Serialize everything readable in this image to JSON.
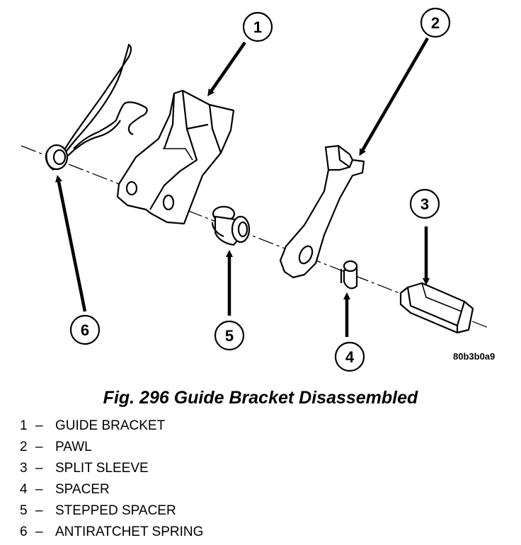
{
  "figure": {
    "code": "80b3b0a9",
    "caption": "Fig. 296 Guide Bracket Disassembled"
  },
  "callouts": [
    "1",
    "2",
    "3",
    "4",
    "5",
    "6"
  ],
  "legend": [
    {
      "num": "1",
      "dash": "–",
      "text": "GUIDE BRACKET"
    },
    {
      "num": "2",
      "dash": "–",
      "text": "PAWL"
    },
    {
      "num": "3",
      "dash": "–",
      "text": "SPLIT SLEEVE"
    },
    {
      "num": "4",
      "dash": "–",
      "text": "SPACER"
    },
    {
      "num": "5",
      "dash": "–",
      "text": "STEPPED SPACER"
    },
    {
      "num": "6",
      "dash": "–",
      "text": "ANTIRATCHET SPRING"
    }
  ],
  "colors": {
    "ink": "#000000",
    "paper": "#ffffff"
  }
}
